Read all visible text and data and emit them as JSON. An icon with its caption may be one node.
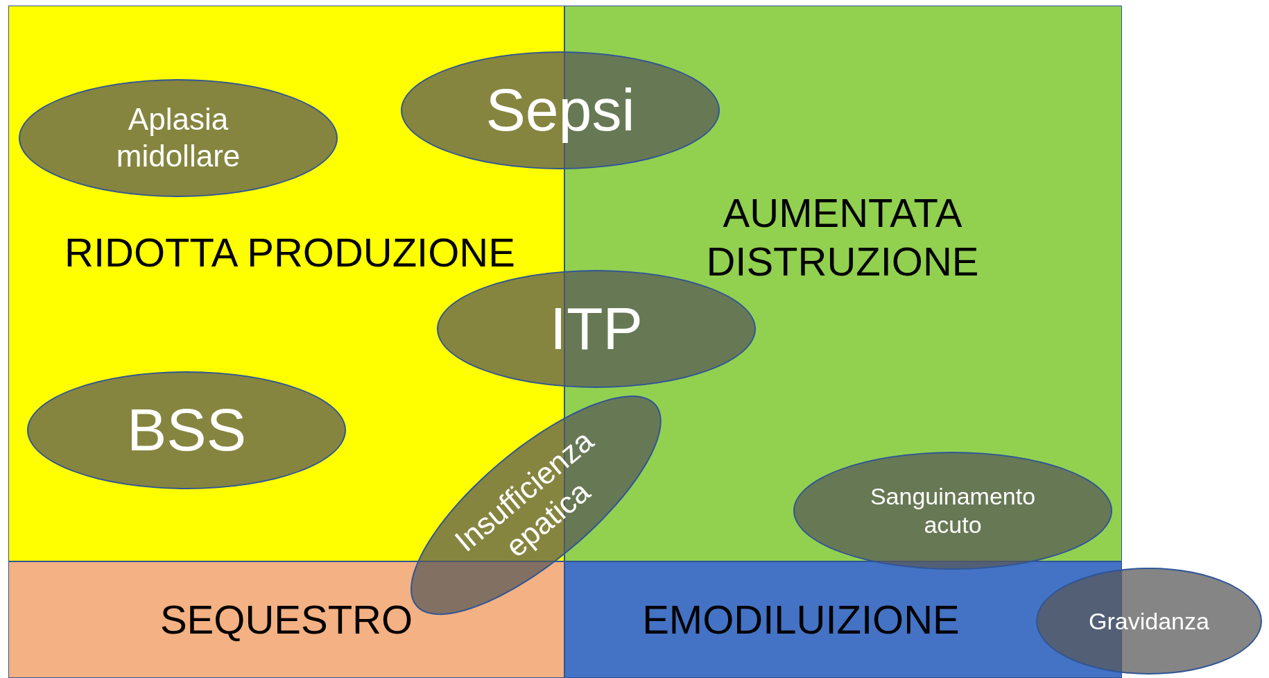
{
  "diagram": {
    "nodes": [
      {
        "text": [
          "RIDOTTA PRODUZIONE"
        ]
      },
      {
        "text": [
          "Aplasia midollare"
        ],
        "in": 0
      },
      {
        "text": [
          "Sepsi"
        ]
      },
      {
        "text": [
          "AUMENTATA DISTRUZIONE"
        ]
      },
      {
        "text": [
          "ITP"
        ]
      },
      {
        "text": [
          "BSS"
        ],
        "in": 0
      },
      {
        "text": [
          "Insufficienza epatica"
        ]
      },
      {
        "text": [
          "Sanguinamento acuto"
        ]
      },
      {
        "text": [
          "SEQUESTRO"
        ]
      },
      {
        "text": [
          "EMODILUIZIONE"
        ]
      },
      {
        "text": [
          "Gravidanza"
        ]
      }
    ]
  }
}
